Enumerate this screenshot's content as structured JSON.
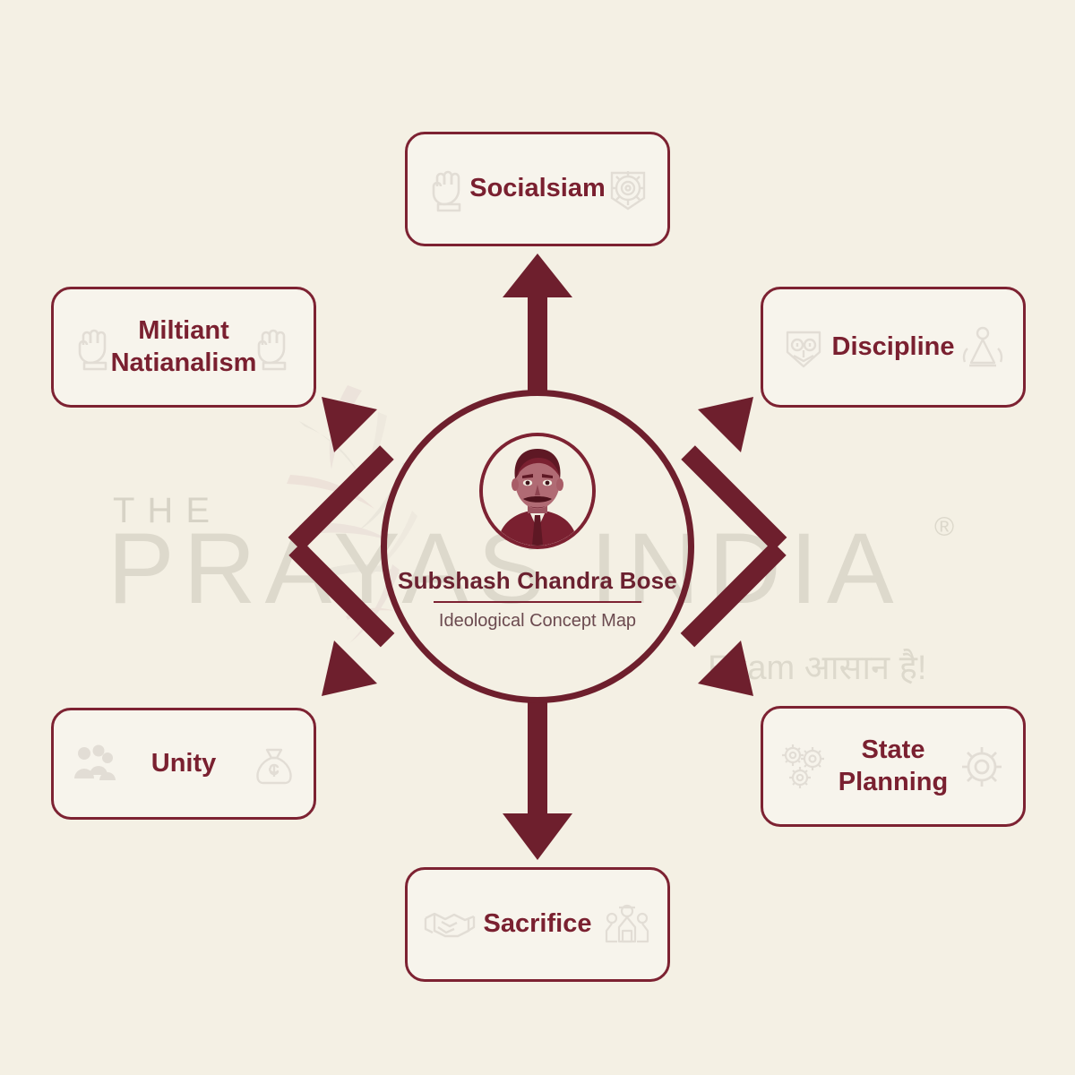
{
  "background": {
    "color": "#f4f0e4",
    "watermark": {
      "line1": "THE",
      "line2": "PRAYAS INDIA",
      "registered": "®",
      "tagline": "Exam आसान है!"
    }
  },
  "theme": {
    "accent": "#7a2030",
    "arrow": "#6e1f2d",
    "node_fill": "#f7f4ec",
    "node_border": "#7d2232",
    "subtitle": "#6b4a4f",
    "watermark": "#ddd9cc"
  },
  "hub": {
    "name": "Subshash Chandra Bose",
    "subtitle": "Ideological Concept Map",
    "portrait_icon": "subhash-chandra-bose-portrait-icon"
  },
  "nodes": [
    {
      "id": "socialism",
      "label": "Socialsiam",
      "icon_left": "raised-fist-icon",
      "icon_right": "emblem-badge-icon",
      "direction": "up"
    },
    {
      "id": "militant",
      "label": "Miltiant\nNatianalism",
      "line1": "Miltiant",
      "line2": "Natianalism",
      "icon_left": "raised-fist-icon",
      "icon_right": "raised-fist-icon",
      "direction": "up-left"
    },
    {
      "id": "discipline",
      "label": "Discipline",
      "icon_left": "shield-lion-icon",
      "icon_right": "standing-figure-icon",
      "direction": "up-right"
    },
    {
      "id": "unity",
      "label": "Unity",
      "icon_left": "people-group-icon",
      "icon_right": "money-bag-icon",
      "direction": "down-left"
    },
    {
      "id": "state-planning",
      "label": "State\nPlanning",
      "line1": "State",
      "line2": "Planning",
      "icon_left": "gears-cluster-icon",
      "icon_right": "gear-icon",
      "direction": "down-right"
    },
    {
      "id": "sacrifice",
      "label": "Sacrifice",
      "icon_left": "handshake-icon",
      "icon_right": "soldiers-icon",
      "direction": "down"
    }
  ]
}
